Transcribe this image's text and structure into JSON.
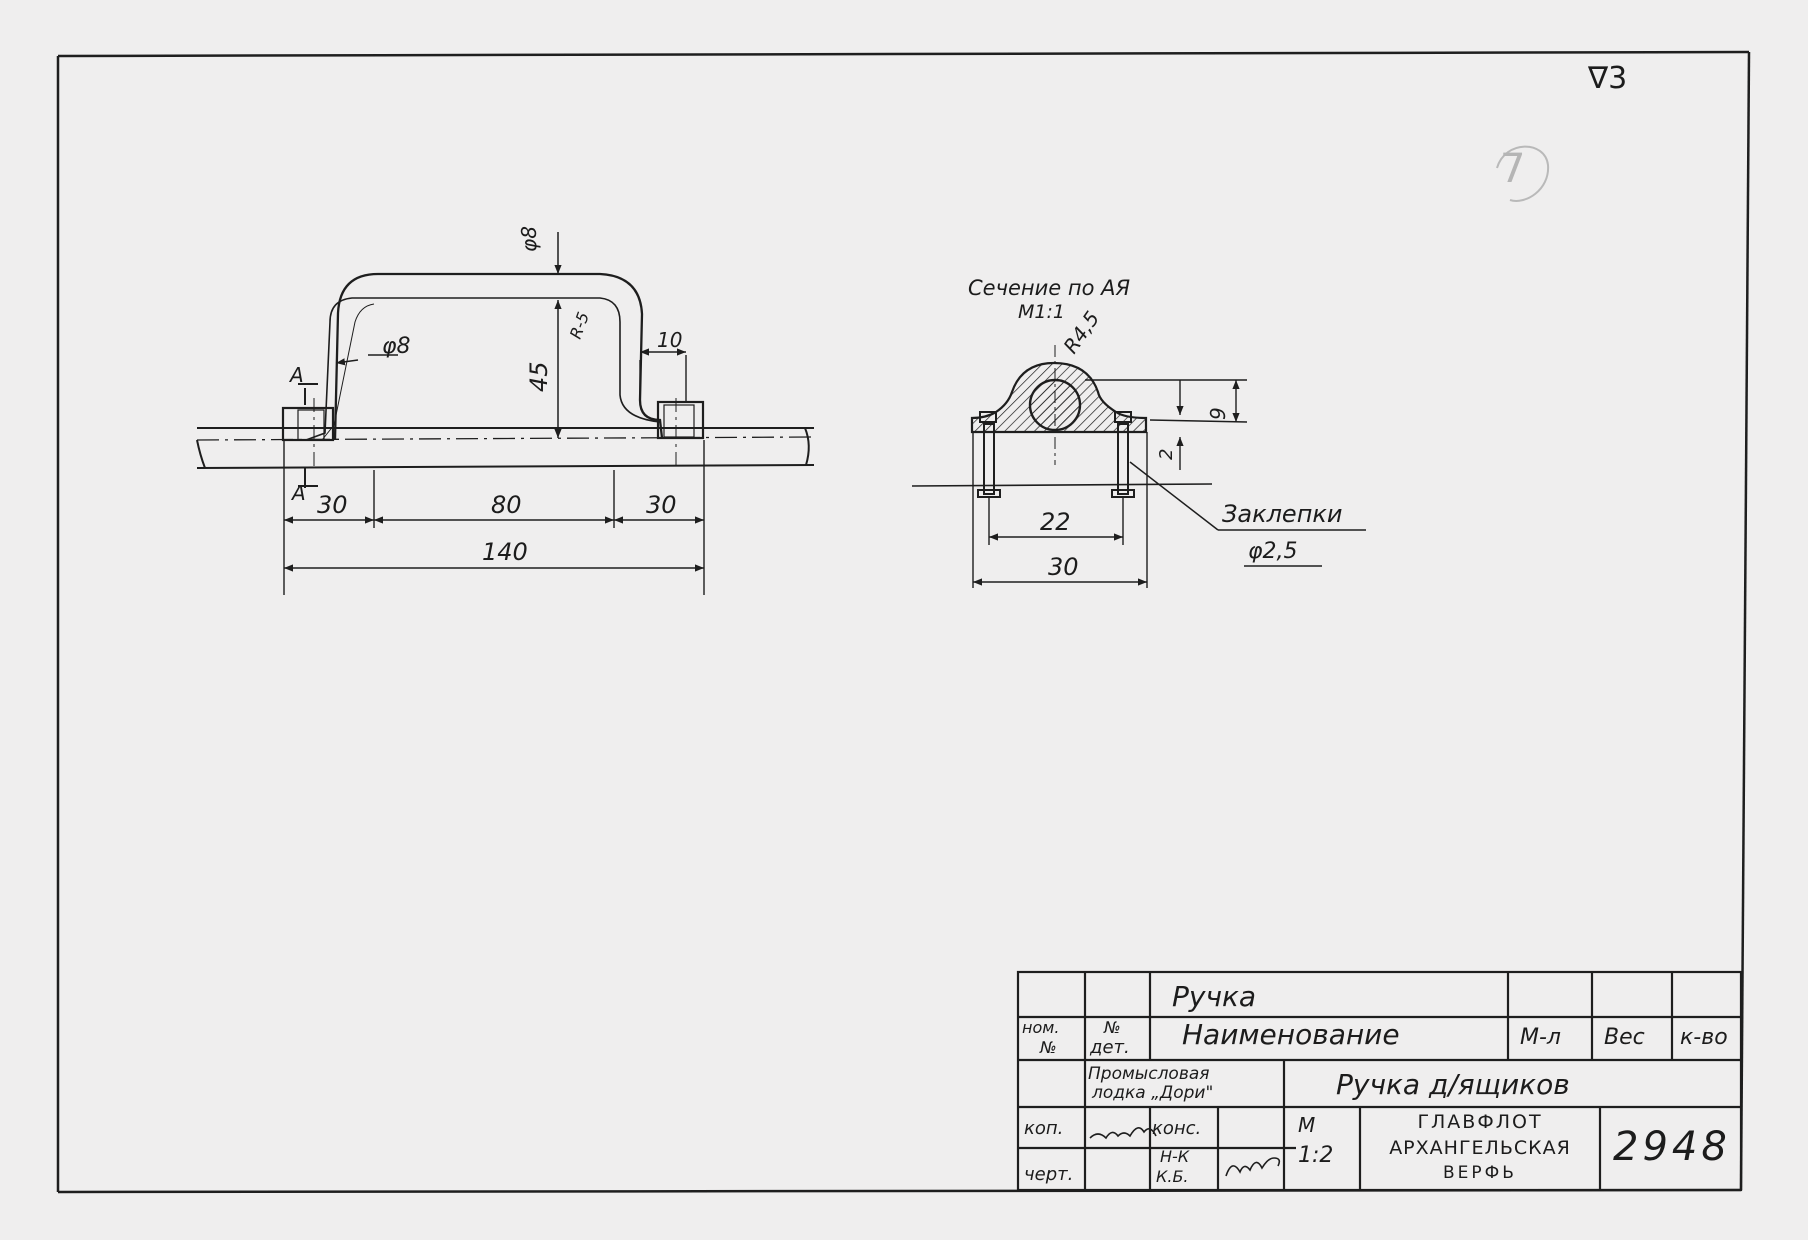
{
  "corner_mark": "∇3",
  "circled_number": "7",
  "handle_view": {
    "dim_top_diameter": "φ8",
    "dim_side_diameter": "φ8",
    "dim_radius": "R-5",
    "dim_height": "45",
    "dim_foot_width": "10",
    "section_mark_top": "A",
    "section_mark_bottom": "A",
    "dim_left": "30",
    "dim_middle": "80",
    "dim_right": "30",
    "dim_overall": "140"
  },
  "section_view": {
    "title": "Сечение по АЯ",
    "scale": "М1:1",
    "dim_radius": "R4,5",
    "dim_height": "9",
    "dim_thickness": "2",
    "dim_rivet_spacing": "22",
    "dim_width": "30",
    "rivet_label": "Заклепки",
    "rivet_diameter": "φ2,5"
  },
  "title_block": {
    "part_name": "Ручка",
    "hdr_nom": "ном.",
    "hdr_nom2": "№",
    "hdr_no": "№",
    "hdr_det": "дет.",
    "hdr_name": "Наименование",
    "hdr_material": "М-л",
    "hdr_weight": "Вес",
    "hdr_qty": "к-во",
    "project_line1": "Промысловая",
    "project_line2": "лодка „Дори\"",
    "drawing_title": "Ручка д/ящиков",
    "copied_label": "коп.",
    "drawn_label": "черт.",
    "checked_label": "конс.",
    "norm_label_1": "Н-К",
    "norm_label_2": "К.Б.",
    "scale_label": "М",
    "scale_value": "1:2",
    "org_line1": "ГЛАВФЛОТ",
    "org_line2": "АРХАНГЕЛЬСКАЯ",
    "org_line3": "ВЕРФЬ",
    "drawing_number": "2948"
  }
}
